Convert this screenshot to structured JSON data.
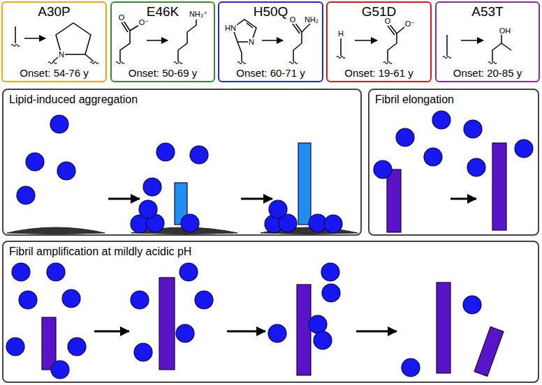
{
  "diagram": {
    "nodes": [
      {
        "text": [
          "A30P",
          "Onset: 54-76 y"
        ]
      },
      {
        "text": [
          "E46K",
          "Onset: 50-69 y"
        ]
      },
      {
        "text": [
          "H50Q",
          "Onset: 60-71 y"
        ]
      },
      {
        "text": [
          "G51D",
          "Onset: 19-61 y"
        ]
      },
      {
        "text": [
          "A53T",
          "Onset: 20-85 y"
        ]
      },
      {
        "text": [
          "Lipid-induced aggregation"
        ]
      },
      {
        "text": [
          "Fibril elongation"
        ]
      },
      {
        "text": [
          "Fibril amplification at mildly acidic pH"
        ]
      }
    ],
    "labels": [
      "N",
      "O",
      "O⁻",
      "NH₃⁺",
      "HN",
      "N",
      "O",
      "NH₂",
      "H",
      "O",
      "O⁻",
      "OH"
    ]
  }
}
